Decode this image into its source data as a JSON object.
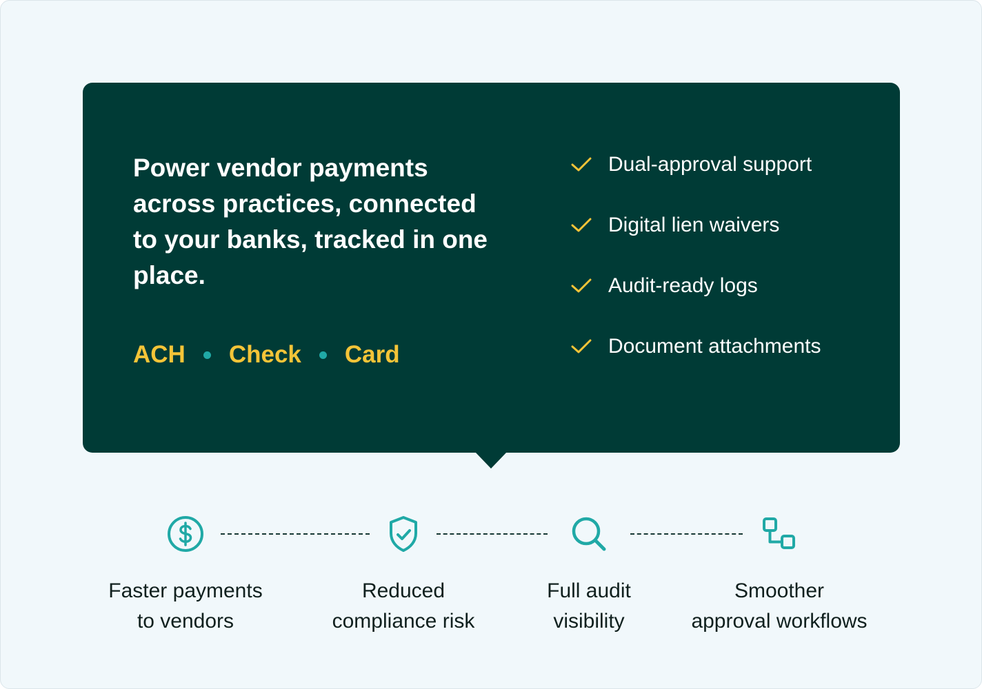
{
  "hero": {
    "headline": "Power vendor payments across practices, connected to your banks, tracked in one place.",
    "methods": [
      "ACH",
      "Check",
      "Card"
    ],
    "features": [
      "Dual-approval support",
      "Digital lien waivers",
      "Audit-ready logs",
      "Document attachments"
    ]
  },
  "benefits": [
    {
      "line1": "Faster payments",
      "line2": "to vendors",
      "icon": "dollar-icon"
    },
    {
      "line1": "Reduced",
      "line2": "compliance risk",
      "icon": "shield-check-icon"
    },
    {
      "line1": "Full audit",
      "line2": "visibility",
      "icon": "magnifier-icon"
    },
    {
      "line1": "Smoother",
      "line2": "approval workflows",
      "icon": "workflow-icon"
    }
  ],
  "colors": {
    "panel": "#003b36",
    "accent": "#f4c438",
    "teal": "#20a9a6",
    "background": "#f1f8fb"
  }
}
